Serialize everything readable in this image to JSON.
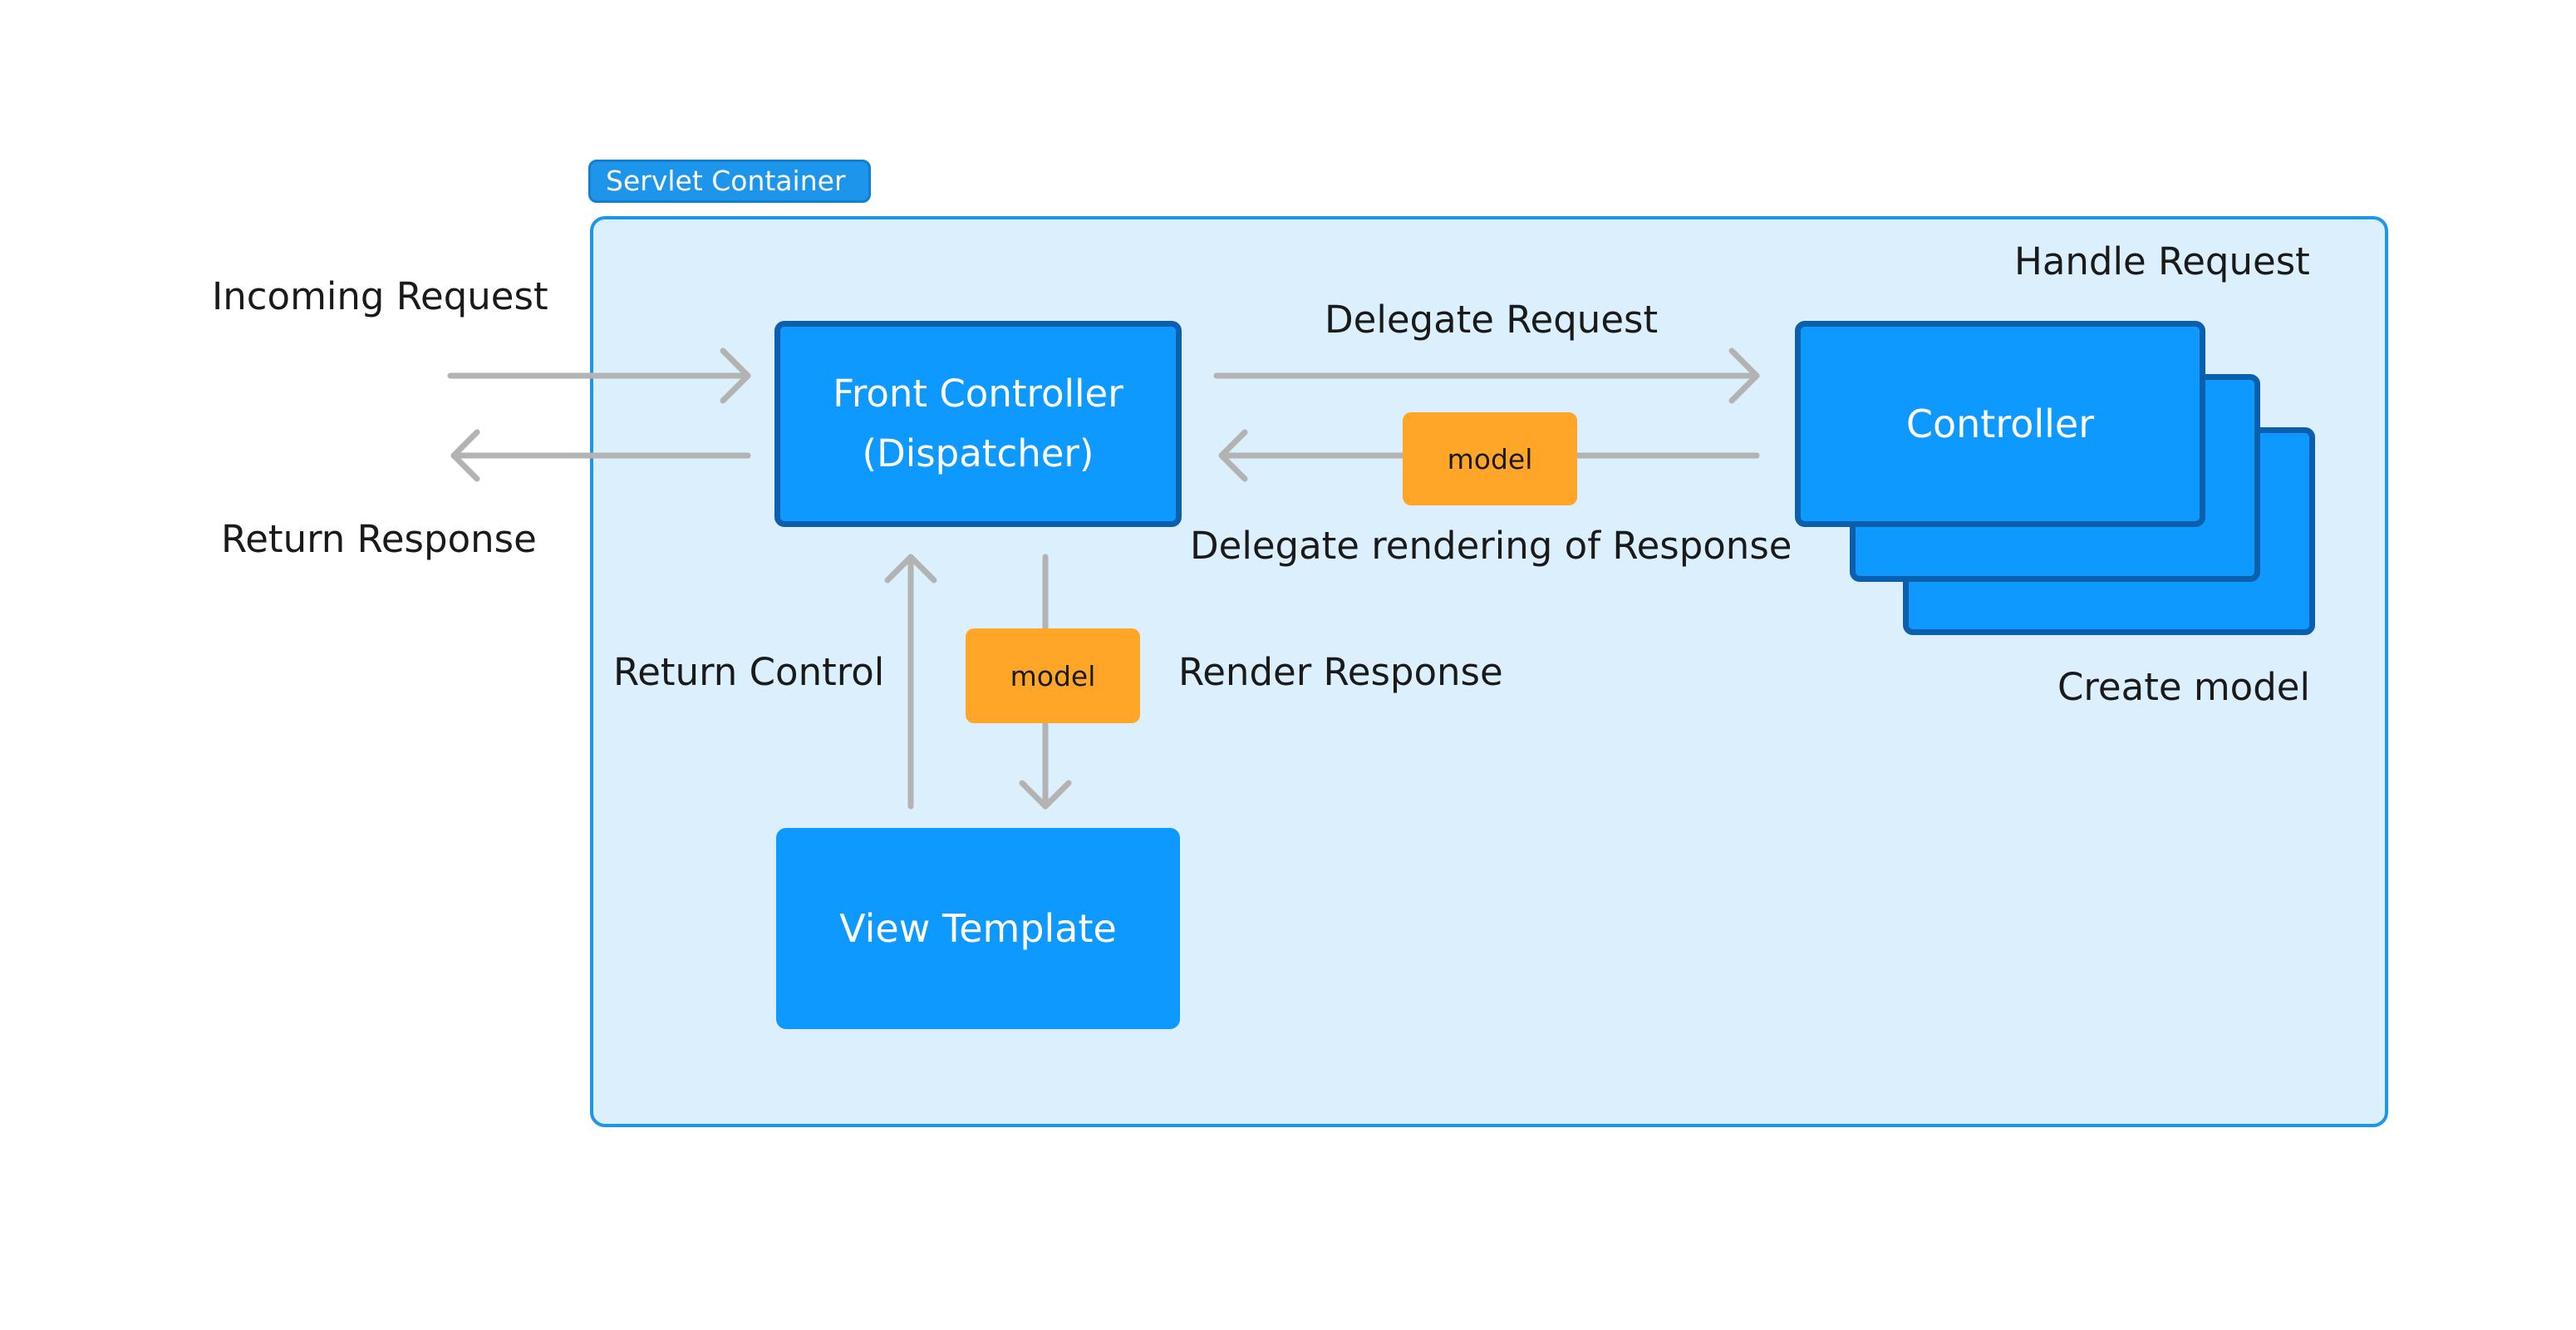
{
  "container": {
    "label": "Servlet Container"
  },
  "nodes": {
    "front_controller": {
      "line1": "Front Controller",
      "line2": "(Dispatcher)"
    },
    "controller": {
      "label": "Controller"
    },
    "view_template": {
      "label": "View Template"
    }
  },
  "badges": {
    "model_top": "model",
    "model_left": "model"
  },
  "labels": {
    "incoming_request": "Incoming Request",
    "return_response": "Return Response",
    "delegate_request": "Delegate Request",
    "delegate_rendering": "Delegate rendering of Response",
    "handle_request": "Handle Request",
    "create_model": "Create model",
    "return_control": "Return Control",
    "render_response": "Render Response"
  },
  "colors": {
    "container_fill": "#dbeffc",
    "container_border": "#1c95ea",
    "node_fill": "#0d99ff",
    "node_border": "#0b5fad",
    "badge_fill": "#ffa629",
    "arrow": "#b3b3b3"
  }
}
